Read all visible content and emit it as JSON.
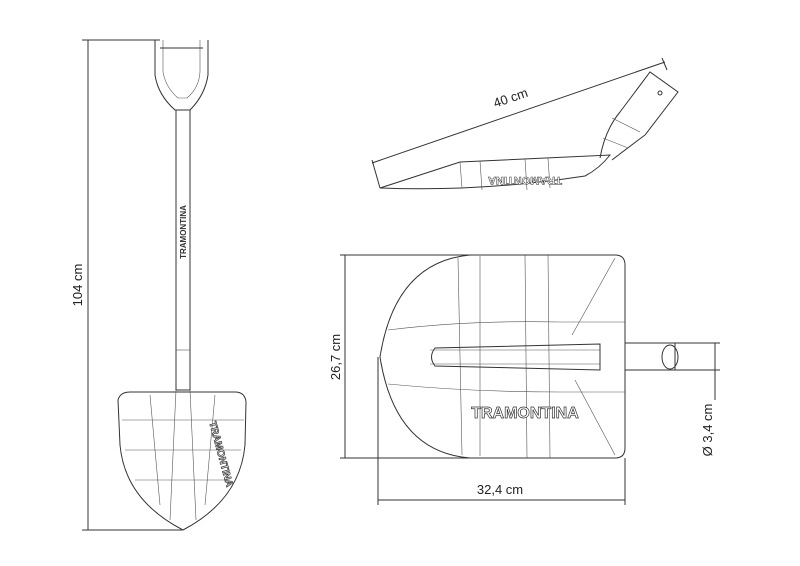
{
  "title": "Tramontina shovel dimensions",
  "brand": "TRAMONTINA",
  "dimensions": {
    "total_length": "104 cm",
    "blade_length_side": "40 cm",
    "blade_height": "26,7 cm",
    "blade_width": "32,4 cm",
    "handle_diameter": "Ø 3,4 cm"
  }
}
